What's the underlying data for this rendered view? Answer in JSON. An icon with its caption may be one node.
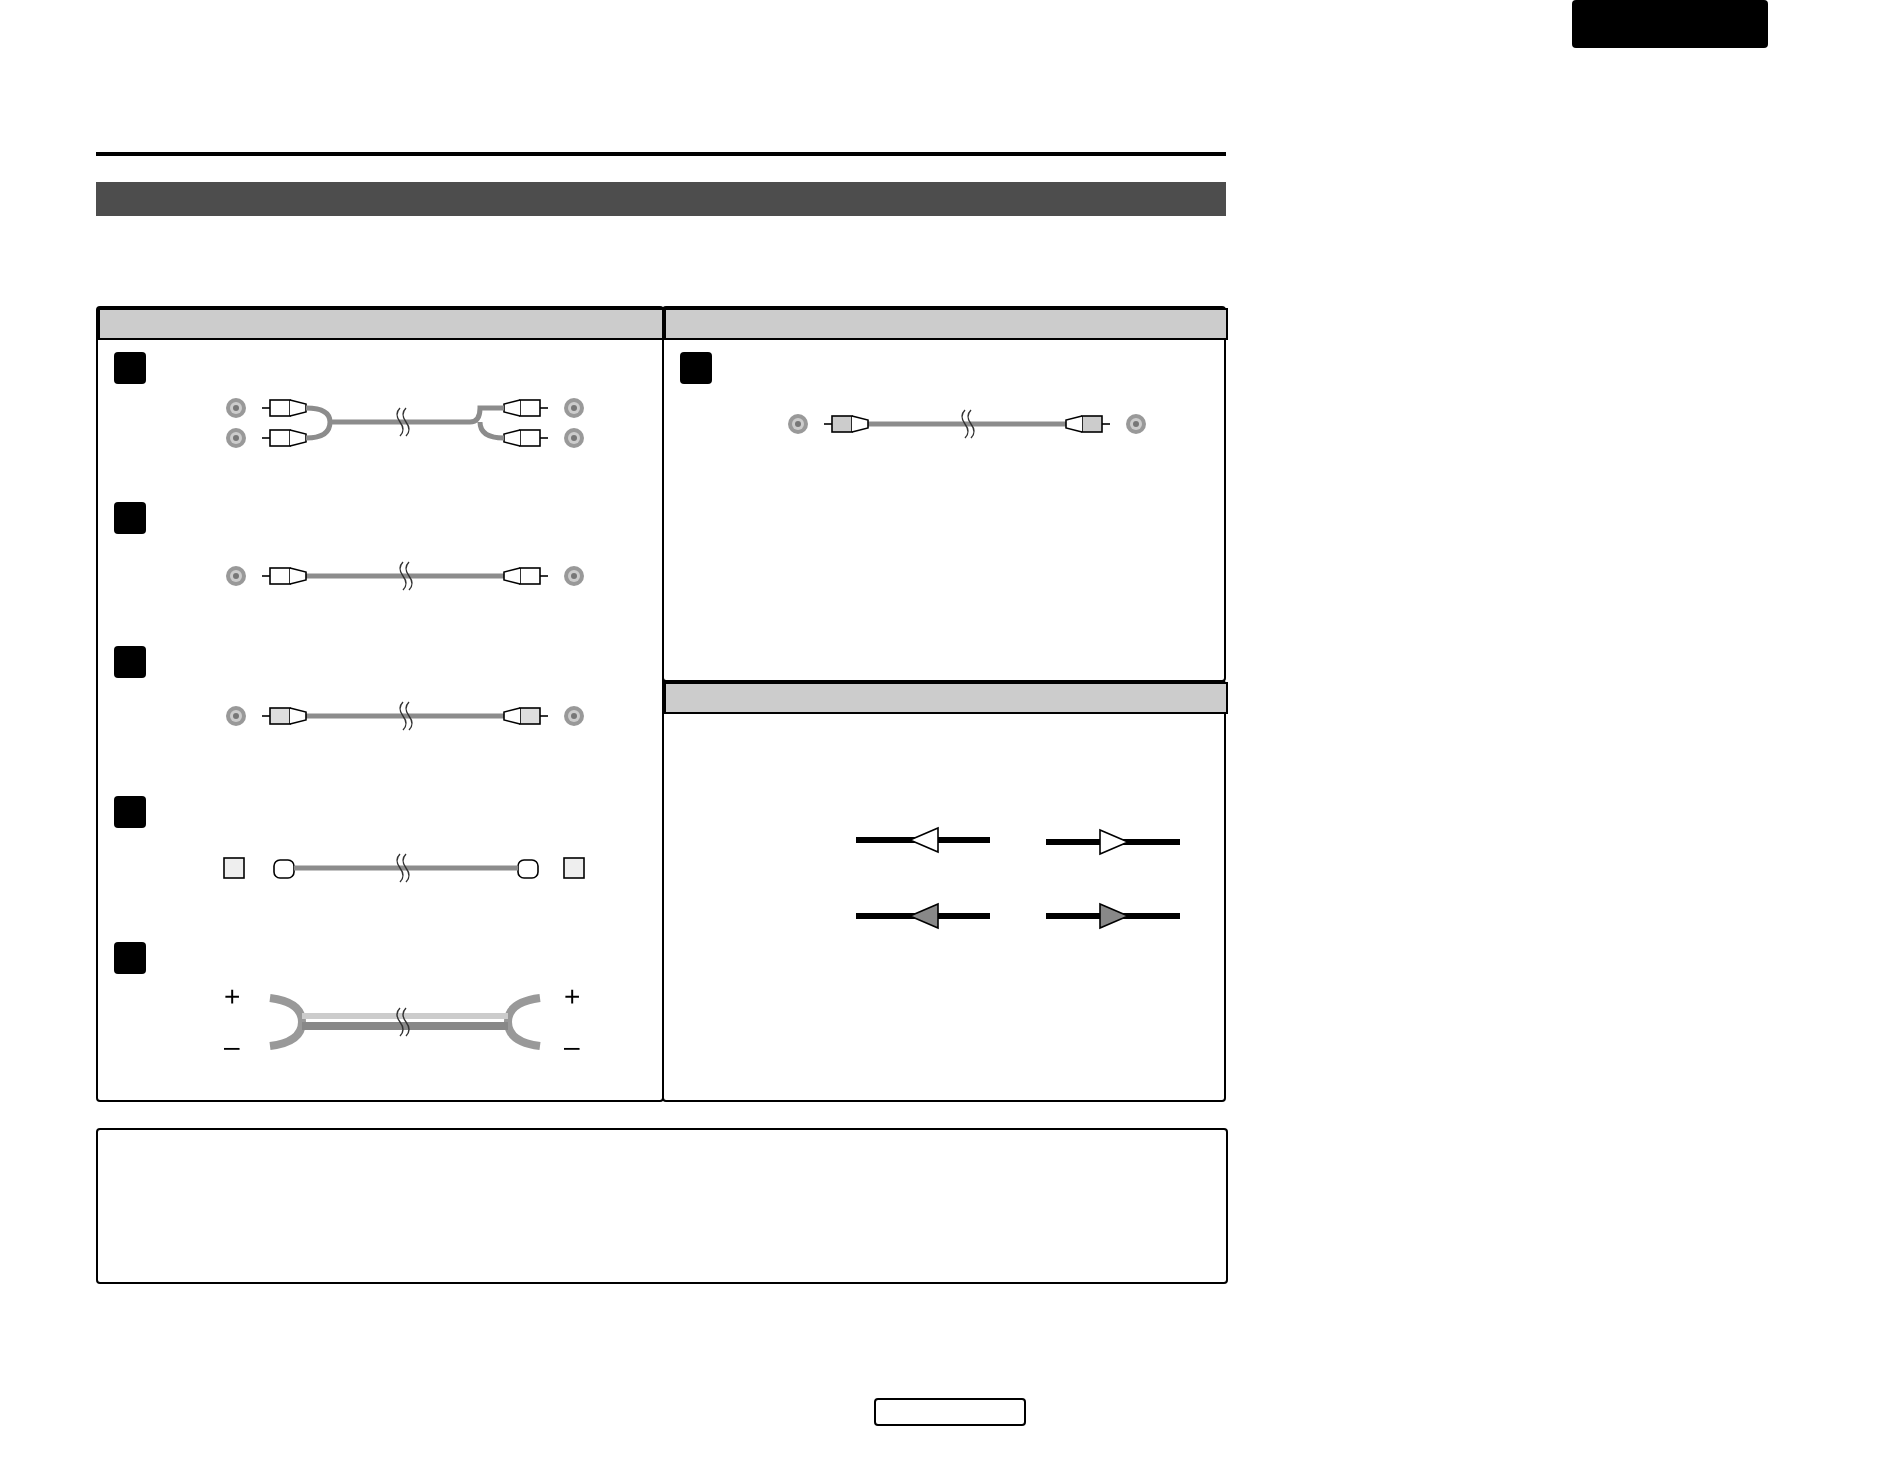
{
  "diagram": {
    "nodes": [
      {
        "text": [],
        "shape": "box"
      },
      {
        "text": [],
        "shape": "bar"
      },
      {
        "text": [],
        "shape": "box"
      },
      {
        "text": [],
        "shape": "bar",
        "in": 2
      },
      {
        "text": [],
        "shape": "box"
      },
      {
        "text": [],
        "shape": "bar",
        "in": 4
      },
      {
        "text": [],
        "shape": "box"
      },
      {
        "text": [],
        "shape": "bar",
        "in": 6
      },
      {
        "text": [],
        "shape": "box",
        "in": 2
      },
      {
        "text": [],
        "shape": "box",
        "in": 2
      },
      {
        "text": [],
        "shape": "box",
        "in": 2
      },
      {
        "text": [],
        "shape": "box",
        "in": 2
      },
      {
        "text": [],
        "shape": "box",
        "in": 2
      },
      {
        "text": [],
        "shape": "box",
        "in": 4
      },
      {
        "text": [],
        "shape": "box"
      },
      {
        "text": [],
        "shape": "box"
      }
    ],
    "labels": [
      "+",
      "–",
      "+",
      "–"
    ]
  }
}
